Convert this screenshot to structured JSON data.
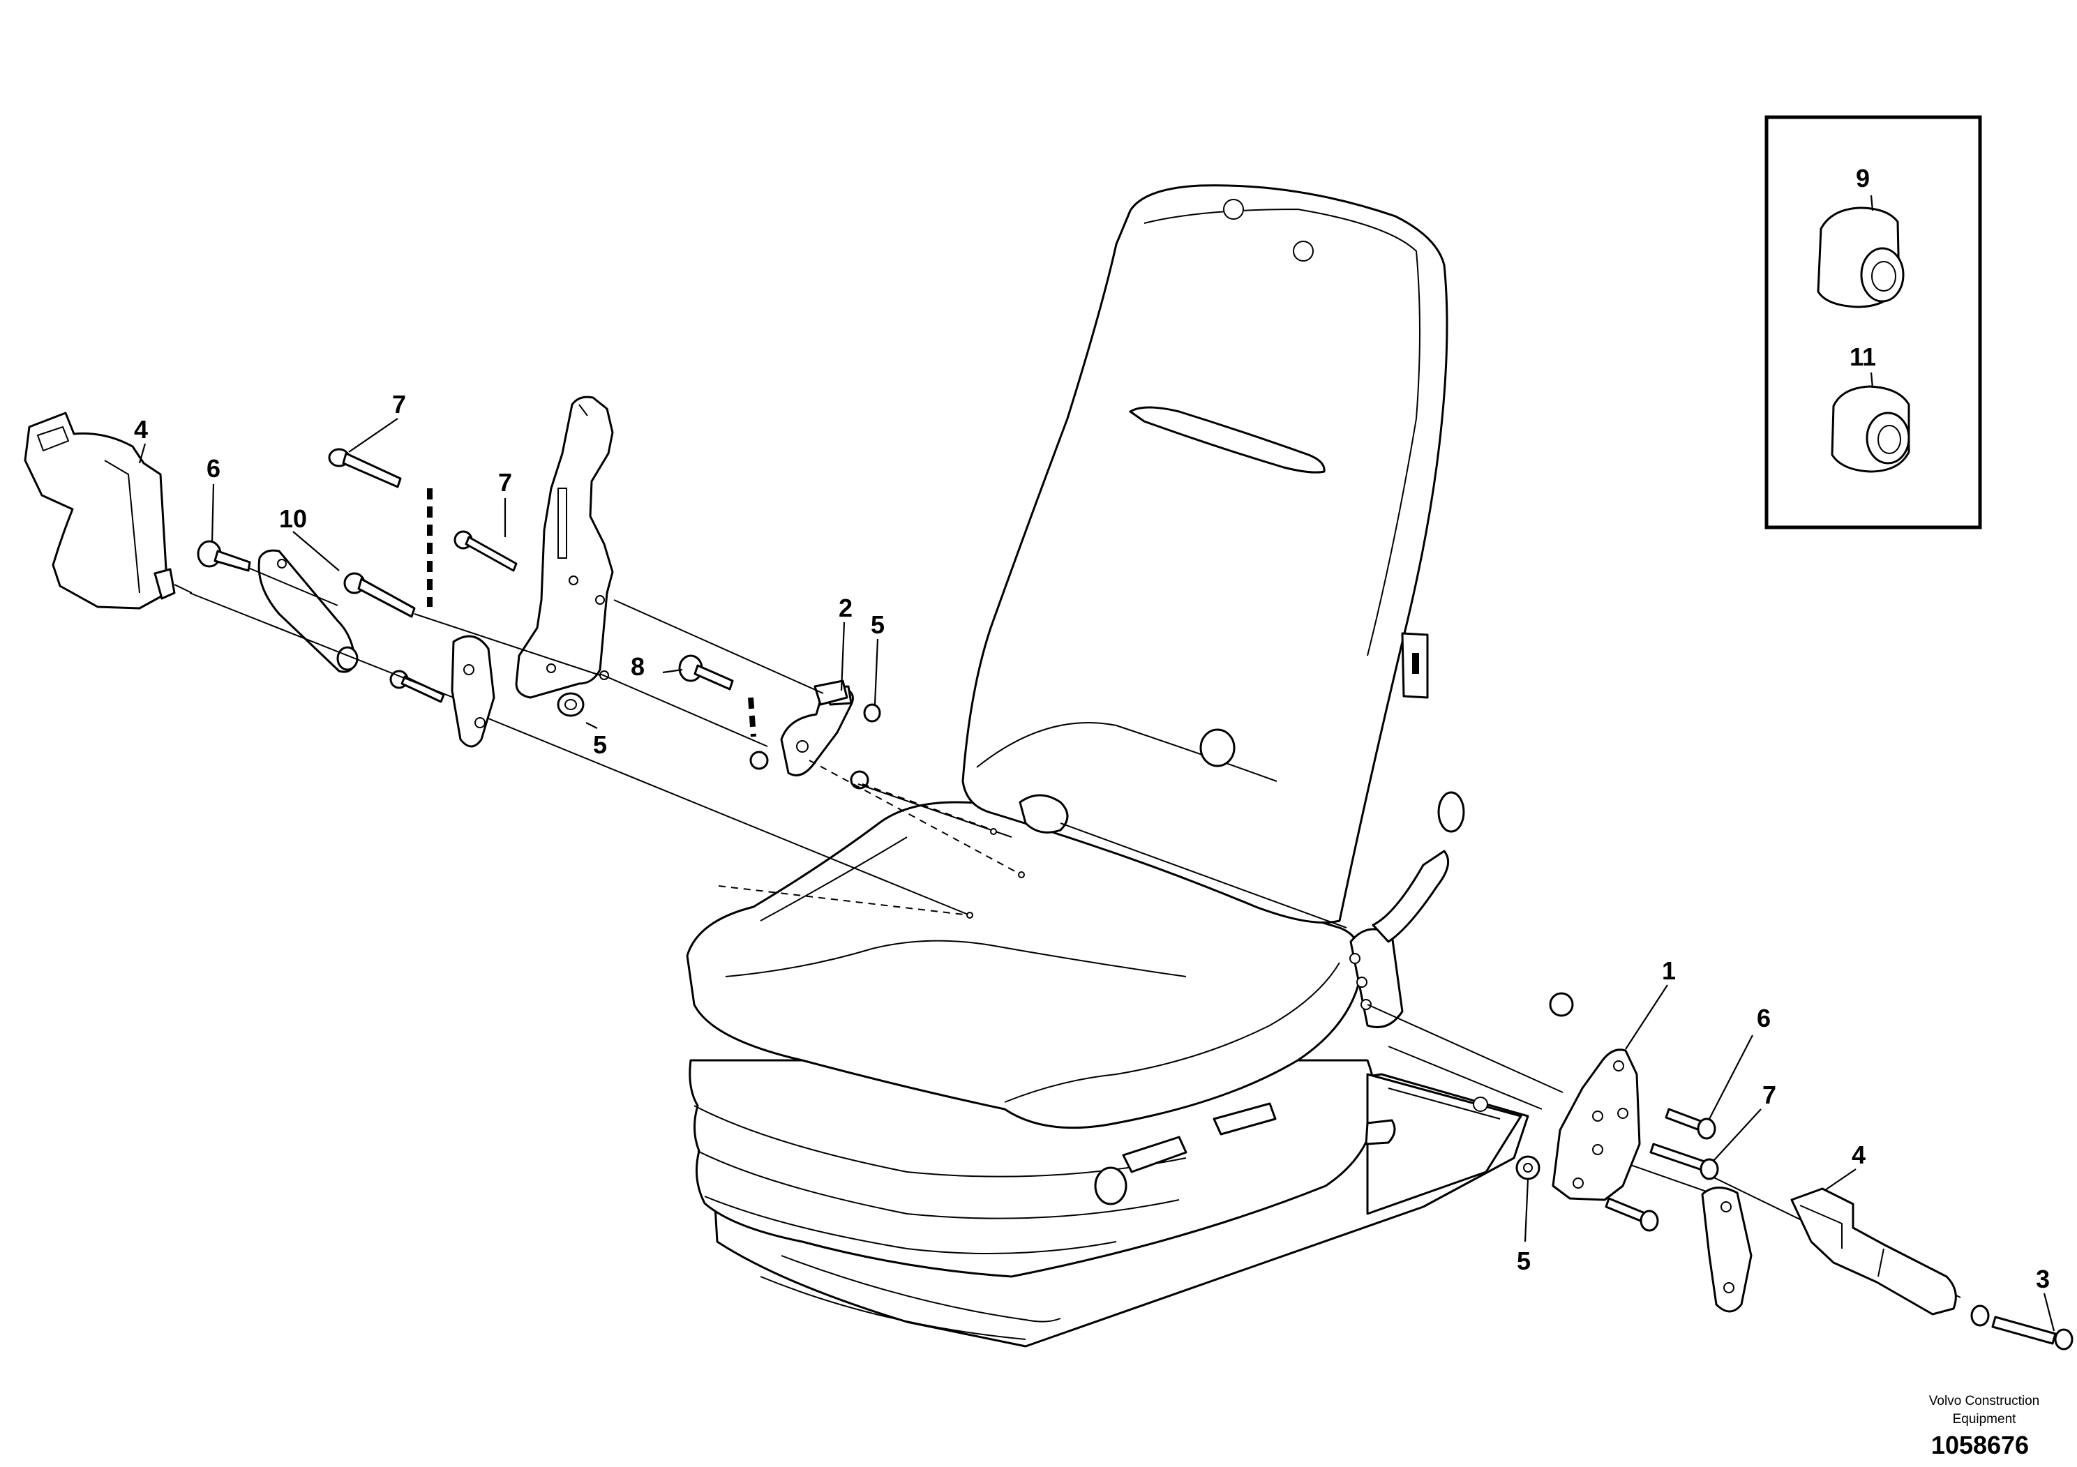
{
  "callouts": {
    "c1": "1",
    "c2": "2",
    "c3": "3",
    "c4_left": "4",
    "c4_right": "4",
    "c5_top": "5",
    "c5_mid": "5",
    "c5_bottom": "5",
    "c6_left": "6",
    "c6_right": "6",
    "c7_top": "7",
    "c7_mid": "7",
    "c7_right": "7",
    "c8": "8",
    "c9": "9",
    "c10": "10",
    "c11": "11"
  },
  "footer": {
    "credit_line1": "Volvo Construction",
    "credit_line2": "Equipment",
    "document_number": "1058676"
  }
}
